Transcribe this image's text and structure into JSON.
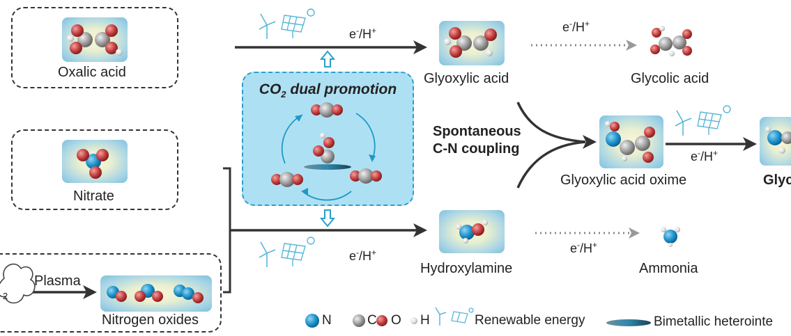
{
  "reactants": {
    "oxalic_acid": "Oxalic acid",
    "nitrate": "Nitrate",
    "plasma": "Plasma",
    "nitrogen_oxides": "Nitrogen oxides",
    "n2_fragment": "2"
  },
  "center": {
    "promo_prefix": "CO",
    "promo_sub": "2",
    "promo_suffix": " dual promotion",
    "coupling_line1": "Spontaneous",
    "coupling_line2": "C-N coupling"
  },
  "reagent": {
    "e": "e",
    "minus": "-",
    "h": "/H",
    "plus": "+"
  },
  "products": {
    "glyoxylic_acid": "Glyoxylic acid",
    "glycolic_acid": "Glycolic acid",
    "glyoxylic_acid_oxime": "Glyoxylic acid oxime",
    "hydroxylamine": "Hydroxylamine",
    "ammonia": "Ammonia",
    "glycine_partial": "Glyc"
  },
  "legend": {
    "n": "N",
    "c": "C",
    "o": "O",
    "h": "H",
    "renewable": "Renewable energy",
    "bimetallic": "Bimetallic heterointe"
  },
  "colors": {
    "nitrogen": "#1d8fc9",
    "carbon": "#9a9a9a",
    "oxygen": "#c23b3b",
    "hydrogen": "#e6e6e6",
    "promo_fill": "#aee0f3",
    "promo_border": "#2aa0c8",
    "arrow": "#333333"
  },
  "icons": [
    "wind-turbine-icon",
    "solar-panel-icon",
    "cloud-icon"
  ]
}
